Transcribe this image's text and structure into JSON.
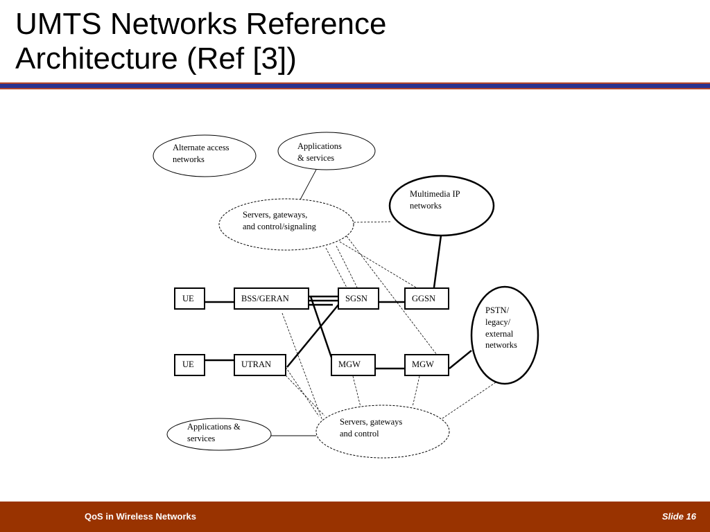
{
  "slide": {
    "title_line1": "UMTS Networks Reference",
    "title_line2": "Architecture (Ref [3])"
  },
  "diagram": {
    "nodes": {
      "alt_access": [
        "Alternate access",
        "networks"
      ],
      "apps_top": [
        "Applications",
        "& services"
      ],
      "servers_top": [
        "Servers, gateways,",
        "and control/signaling"
      ],
      "multimedia_ip": [
        "Multimedia IP",
        "networks"
      ],
      "pstn": [
        "PSTN/",
        "legacy/",
        "external",
        "networks"
      ],
      "ue1": "UE",
      "bss_geran": "BSS/GERAN",
      "sgsn": "SGSN",
      "ggsn": "GGSN",
      "ue2": "UE",
      "utran": "UTRAN",
      "mgw1": "MGW",
      "mgw2": "MGW",
      "apps_bottom": [
        "Applications &",
        "services"
      ],
      "servers_bottom": [
        "Servers, gateways",
        "and control"
      ]
    }
  },
  "footer": {
    "left": "QoS in Wireless Networks",
    "right": "Slide 16"
  },
  "colors": {
    "title_bar": "#2b3390",
    "title_bar_edge": "#b5472a",
    "footer_bg": "#993300",
    "footer_text": "#ffffff"
  }
}
